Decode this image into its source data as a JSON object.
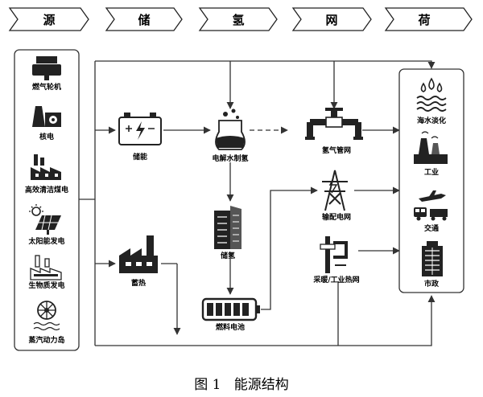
{
  "header": [
    "源",
    "储",
    "氢",
    "网",
    "荷"
  ],
  "sources": [
    "燃气轮机",
    "核电",
    "高效清洁煤电",
    "太阳能发电",
    "生物质发电",
    "蒸汽动力岛"
  ],
  "middle": {
    "storage": "储能",
    "thermal": "蓄热",
    "electrolysis": "电解水制氢",
    "h2_store": "储氢",
    "fuel_cell": "燃料电池",
    "h2_pipe": "氢气管网",
    "grid": "输配电网",
    "heat": "采暖/工业热网"
  },
  "loads": [
    "海水淡化",
    "工业",
    "交通",
    "市政"
  ],
  "caption": "图 1   能源结构"
}
